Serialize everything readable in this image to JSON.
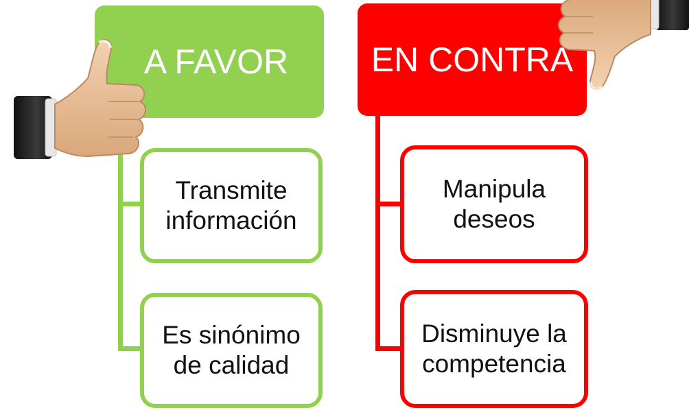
{
  "favor": {
    "title": "A FAVOR",
    "color": "#92d050",
    "items": [
      "Transmite\ninformación",
      "Es sinónimo\nde calidad"
    ]
  },
  "contra": {
    "title": "EN CONTRA",
    "color": "#ff0000",
    "items": [
      "Manipula\ndeseos",
      "Disminuye la\ncompetencia"
    ]
  },
  "icons": [
    "thumbs-up-hand-icon",
    "thumbs-down-hand-icon"
  ]
}
